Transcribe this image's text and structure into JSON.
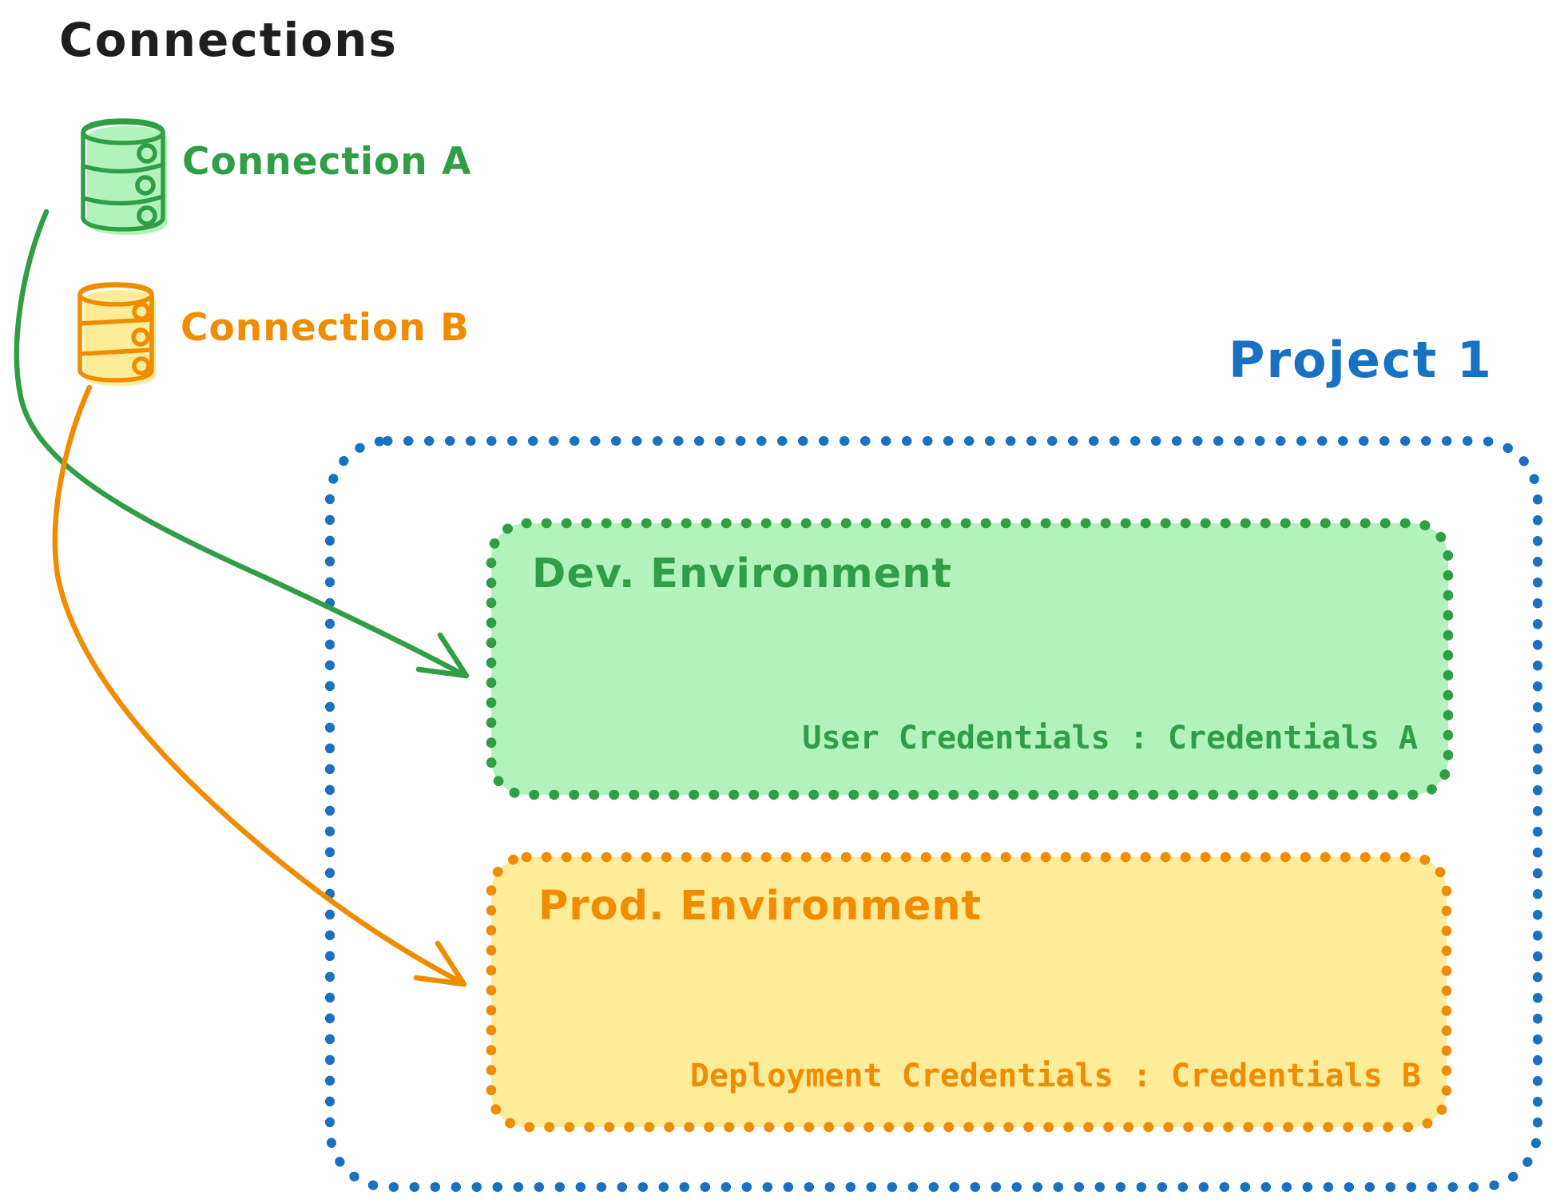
{
  "colors": {
    "ink": "#1e1e1e",
    "green": "#2f9e44",
    "green-fill": "#b2f2bb",
    "orange": "#f08c00",
    "orange-fill": "#ffec99",
    "blue": "#1971c2"
  },
  "title": "Connections",
  "connections": [
    {
      "label": "Connection A",
      "icon": "database-icon",
      "color": "#2f9e44"
    },
    {
      "label": "Connection B",
      "icon": "database-icon",
      "color": "#f08c00"
    }
  ],
  "project": {
    "label": "Project 1",
    "environments": [
      {
        "title": "Dev. Environment",
        "credentials_label": "User Credentials : Credentials A",
        "source_connection": "Connection A"
      },
      {
        "title": "Prod. Environment",
        "credentials_label": "Deployment Credentials : Credentials B",
        "source_connection": "Connection B"
      }
    ]
  }
}
